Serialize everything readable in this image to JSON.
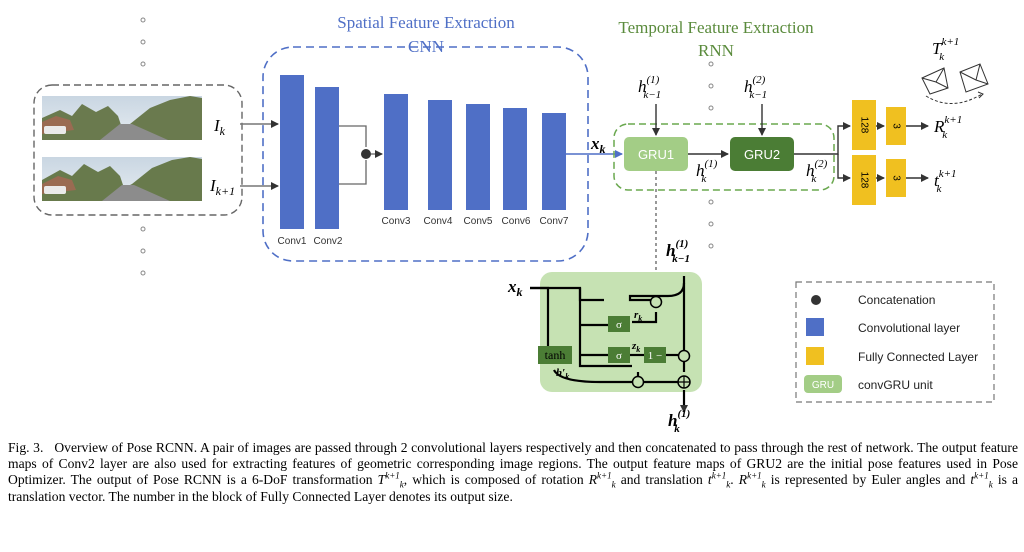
{
  "sections": {
    "spatial_title": "Spatial Feature Extraction",
    "spatial_sub": "CNN",
    "temporal_title": "Temporal Feature Extraction",
    "temporal_sub": "RNN"
  },
  "inputs": {
    "ik": "I",
    "ik_sub": "k",
    "ik1": "I",
    "ik1_sub": "k+1"
  },
  "conv_layers": [
    "Conv1",
    "Conv2",
    "Conv3",
    "Conv4",
    "Conv5",
    "Conv6",
    "Conv7"
  ],
  "gru_units": {
    "gru1": "GRU1",
    "gru2": "GRU2"
  },
  "fc_sizes": {
    "fc1": "128",
    "fc2": "3",
    "fc3": "128",
    "fc4": "3"
  },
  "math": {
    "xk": "x",
    "xk_sub": "k",
    "h": "h",
    "h1_prev_sub": "k−1",
    "h1_prev_sup": "(1)",
    "h2_prev_sub": "k−1",
    "h2_prev_sup": "(2)",
    "hk1_sub": "k",
    "hk1_sup": "(1)",
    "hk2_sub": "k",
    "hk2_sup": "(2)",
    "Rk": "R",
    "Rk_sub": "k",
    "Rk_sup": "k+1",
    "tk": "t",
    "tk_sub": "k",
    "tk_sup": "k+1",
    "Tk": "T",
    "Tk_sub": "k",
    "Tk_sup": "k+1"
  },
  "gru_detail": {
    "xk": "x",
    "xk_sub": "k",
    "hprev": "h",
    "hprev_sub": "k−1",
    "hprev_sup": "(1)",
    "hout": "h",
    "hout_sub": "k",
    "hout_sup": "(1)",
    "sigma1": "σ",
    "sigma2": "σ",
    "tanh": "tanh",
    "rk": "r",
    "rk_sub": "k",
    "zk": "z",
    "zk_sub": "k",
    "one_minus": "1 −",
    "hprime": "h′",
    "hprime_sub": "k"
  },
  "legend": {
    "concat": "Concatenation",
    "conv": "Convolutional layer",
    "fc": "Fully Connected Layer",
    "gru_tag": "GRU",
    "gru": "convGRU unit"
  },
  "colors": {
    "conv": "#4f6fc6",
    "fc": "#f0c020",
    "gru_light": "#a3cd86",
    "gru_dark": "#4b7d35",
    "gru_panel": "#c6e2b3",
    "spatial_title": "#4f6fc6",
    "temporal_title": "#5a8b3c"
  },
  "caption": {
    "label": "Fig. 3.",
    "p1": "Overview of Pose RCNN. A pair of images are passed through 2 convolutional layers respectively and then concatenated to pass through the rest of network. The output feature maps of Conv2 layer are also used for extracting features of geometric corresponding image regions. The output feature maps of GRU2 are the initial pose features used in Pose Optimizer. The output of Pose RCNN is a 6-DoF transformation",
    "T": "T",
    "k": "k",
    "k1": "k+1",
    "p2": ", which is composed of rotation",
    "R": "R",
    "p3": "and translation",
    "t": "t",
    "p4": ".",
    "p5": "is represented by Euler angles and",
    "p6": "is a translation vector. The number in the block of Fully Connected Layer denotes its output size."
  }
}
